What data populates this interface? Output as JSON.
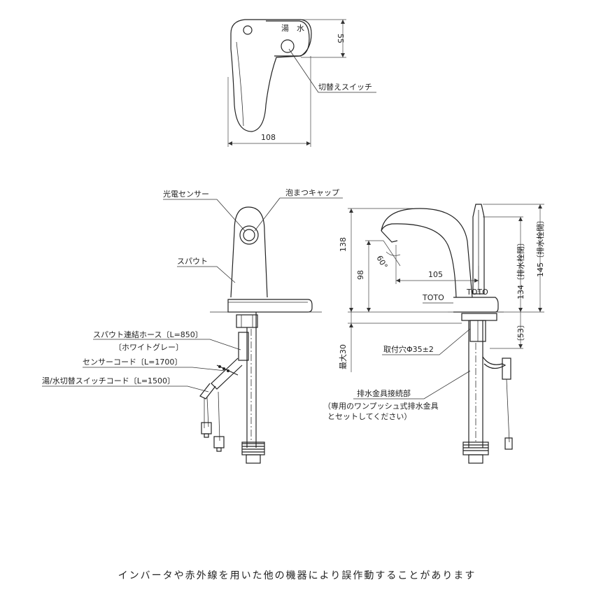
{
  "top_view": {
    "dim_width": "108",
    "dim_height": "55",
    "label_switch": "切替えスイッチ",
    "switch_marks": "湯　水"
  },
  "front_view": {
    "label_photo_sensor": "光電センサー",
    "label_aerator_cap": "泡まつキャップ",
    "label_spout": "スパウト",
    "label_hose": "スパウト連結ホース〔L=850〕",
    "label_hose_color": "〔ホワイトグレー〕",
    "label_sensor_cord": "センサーコード〔L=1700〕",
    "label_switch_cord": "湯/水切替スイッチコード〔L=1500〕"
  },
  "side_view": {
    "dim_138": "138",
    "dim_98": "98",
    "dim_angle": "60°",
    "dim_105": "105",
    "dim_134": "134〔排水栓閉〕",
    "dim_145": "145〔排水栓開〕",
    "dim_53": "〔53〕",
    "dim_max30": "最大30",
    "label_brand": "TOTO",
    "label_mount_hole": "取付穴Φ35±2",
    "label_drain_joint": "排水金具接続部",
    "label_drain_note1": "（専用のワンプッシュ式排水金具",
    "label_drain_note2": "とセットしてください）"
  },
  "notice": "インバータや赤外線を用いた他の機器により誤作動することがあります"
}
